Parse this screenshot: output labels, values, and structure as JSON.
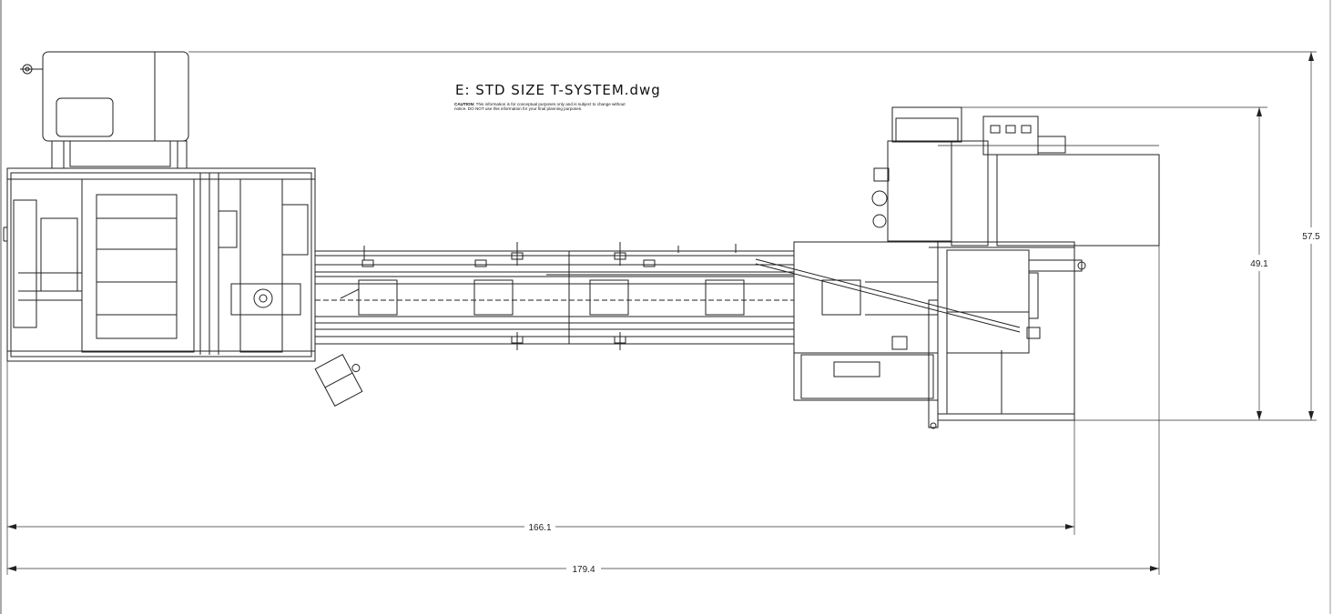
{
  "drawing": {
    "title": "E: STD SIZE T-SYSTEM.dwg",
    "caution_label": "CAUTION:",
    "caution_text": "This information is for conceptual purposes only and is subject to change without notice. DO NOT use this information for your final planning purposes."
  },
  "dimensions": {
    "length_inner": "166.1",
    "length_outer": "179.4",
    "height_inner": "49.1",
    "height_outer": "57.5"
  },
  "colors": {
    "line": "#222222",
    "background": "#ffffff"
  }
}
